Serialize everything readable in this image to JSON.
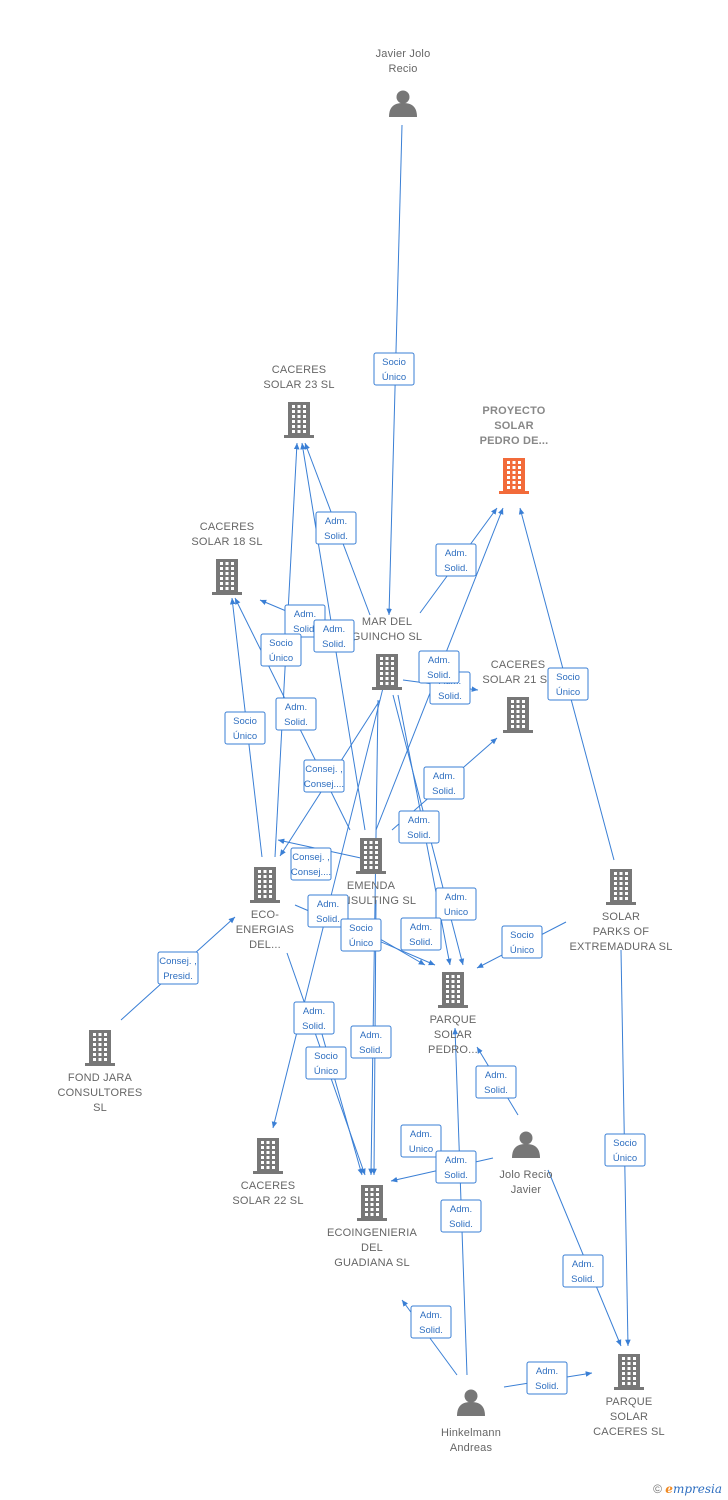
{
  "nodes": [
    {
      "id": "javier-jolo-recio",
      "kind": "person",
      "lines": [
        "Javier Jolo",
        "Recio"
      ]
    },
    {
      "id": "caceres-solar-23",
      "kind": "company",
      "lines": [
        "CACERES",
        "SOLAR 23 SL"
      ]
    },
    {
      "id": "proyecto-solar-pedro",
      "kind": "company",
      "focus": true,
      "lines": [
        "PROYECTO",
        "SOLAR",
        "PEDRO DE..."
      ]
    },
    {
      "id": "caceres-solar-18",
      "kind": "company",
      "lines": [
        "CACERES",
        "SOLAR 18 SL"
      ]
    },
    {
      "id": "mar-del-guincho",
      "kind": "company",
      "lines": [
        "MAR DEL",
        "GUINCHO SL"
      ]
    },
    {
      "id": "caceres-solar-21",
      "kind": "company",
      "lines": [
        "CACERES",
        "SOLAR 21 SL"
      ]
    },
    {
      "id": "emenda-consulting",
      "kind": "company",
      "lines": [
        "EMENDA",
        "CONSULTING SL"
      ]
    },
    {
      "id": "eco-energias",
      "kind": "company",
      "lines": [
        "ECO-",
        "ENERGIAS",
        "DEL..."
      ]
    },
    {
      "id": "solar-parks-extremadura",
      "kind": "company",
      "lines": [
        "SOLAR",
        "PARKS OF",
        "EXTREMADURA SL"
      ]
    },
    {
      "id": "parque-solar-pedro",
      "kind": "company",
      "lines": [
        "PARQUE",
        "SOLAR",
        "PEDRO..."
      ]
    },
    {
      "id": "fond-jara",
      "kind": "company",
      "lines": [
        "FOND JARA",
        "CONSULTORES",
        "SL"
      ]
    },
    {
      "id": "jolo-recio-javier",
      "kind": "person",
      "lines": [
        "Jolo Recio",
        "Javier"
      ]
    },
    {
      "id": "caceres-solar-22",
      "kind": "company",
      "lines": [
        "CACERES",
        "SOLAR 22 SL"
      ]
    },
    {
      "id": "ecoingenieria-guadiana",
      "kind": "company",
      "lines": [
        "ECOINGENIERIA",
        "DEL",
        "GUADIANA  SL"
      ]
    },
    {
      "id": "parque-solar-caceres",
      "kind": "company",
      "lines": [
        "PARQUE",
        "SOLAR",
        "CACERES SL"
      ]
    },
    {
      "id": "hinkelmann-andreas",
      "kind": "person",
      "lines": [
        "Hinkelmann",
        "Andreas"
      ]
    }
  ],
  "edges": [
    {
      "from": "javier-jolo-recio",
      "to": "mar-del-guincho",
      "lines": [
        "Socio",
        "Único"
      ]
    },
    {
      "from": "mar-del-guincho",
      "to": "caceres-solar-23",
      "lines": [
        "Adm.",
        "Solid."
      ]
    },
    {
      "from": "mar-del-guincho",
      "to": "proyecto-solar-pedro",
      "lines": [
        "Adm.",
        "Solid."
      ]
    },
    {
      "from": "mar-del-guincho",
      "to": "caceres-solar-18",
      "lines": [
        "Adm.",
        "Solid."
      ]
    },
    {
      "from": "mar-del-guincho",
      "to": "caceres-solar-21",
      "lines": [
        "Adm.",
        "Solid."
      ]
    },
    {
      "from": "emenda-consulting",
      "to": "caceres-solar-18",
      "lines": [
        "Adm.",
        "Solid."
      ]
    },
    {
      "from": "eco-energias",
      "to": "caceres-solar-18",
      "lines": [
        "Socio",
        "Único"
      ]
    },
    {
      "from": "eco-energias",
      "to": "caceres-solar-23",
      "lines": [
        "Socio",
        "Único"
      ]
    },
    {
      "from": "emenda-consulting",
      "to": "caceres-solar-23",
      "lines": [
        "Adm.",
        "Solid."
      ]
    },
    {
      "from": "emenda-consulting",
      "to": "proyecto-solar-pedro",
      "lines": [
        "Adm.",
        "Solid."
      ]
    },
    {
      "from": "mar-del-guincho",
      "to": "eco-energias",
      "lines": [
        "Consej. ,",
        "Consej...."
      ]
    },
    {
      "from": "emenda-consulting",
      "to": "caceres-solar-21",
      "lines": [
        "Adm.",
        "Solid."
      ]
    },
    {
      "from": "solar-parks-extremadura",
      "to": "proyecto-solar-pedro",
      "lines": [
        "Socio",
        "Único"
      ]
    },
    {
      "from": "mar-del-guincho",
      "to": "parque-solar-pedro",
      "lines": [
        "Adm.",
        "Solid."
      ]
    },
    {
      "from": "emenda-consulting",
      "to": "eco-energias",
      "lines": [
        "Consej. ,",
        "Consej...."
      ]
    },
    {
      "from": "mar-del-guincho",
      "to": "parque-solar-pedro",
      "lines": [
        "Adm.",
        "Unico"
      ]
    },
    {
      "from": "eco-energias",
      "to": "parque-solar-pedro",
      "lines": [
        "Adm.",
        "Solid."
      ]
    },
    {
      "from": "emenda-consulting",
      "to": "parque-solar-pedro",
      "lines": [
        "Socio",
        "Único"
      ]
    },
    {
      "from": "mar-del-guincho",
      "to": "ecoingenieria-guadiana",
      "lines": [
        "Adm.",
        "Solid."
      ]
    },
    {
      "from": "solar-parks-extremadura",
      "to": "parque-solar-pedro",
      "lines": [
        "Socio",
        "Único"
      ]
    },
    {
      "from": "fond-jara",
      "to": "eco-energias",
      "lines": [
        "Consej. ,",
        "Presid."
      ]
    },
    {
      "from": "eco-energias",
      "to": "ecoingenieria-guadiana",
      "lines": [
        "Adm.",
        "Solid."
      ]
    },
    {
      "from": "emenda-consulting",
      "to": "ecoingenieria-guadiana",
      "lines": [
        "Adm.",
        "Solid."
      ]
    },
    {
      "from": "eco-energias",
      "to": "ecoingenieria-guadiana",
      "lines": [
        "Socio",
        "Único"
      ]
    },
    {
      "from": "jolo-recio-javier",
      "to": "parque-solar-pedro",
      "lines": [
        "Adm.",
        "Solid."
      ]
    },
    {
      "from": "mar-del-guincho",
      "to": "caceres-solar-22",
      "lines": [
        "Adm.",
        "Unico"
      ]
    },
    {
      "from": "jolo-recio-javier",
      "to": "ecoingenieria-guadiana",
      "lines": [
        "Adm.",
        "Solid."
      ]
    },
    {
      "from": "hinkelmann-andreas",
      "to": "parque-solar-pedro",
      "lines": [
        "Adm.",
        "Solid."
      ]
    },
    {
      "from": "solar-parks-extremadura",
      "to": "parque-solar-caceres",
      "lines": [
        "Socio",
        "Único"
      ]
    },
    {
      "from": "jolo-recio-javier",
      "to": "parque-solar-caceres",
      "lines": [
        "Adm.",
        "Solid."
      ]
    },
    {
      "from": "hinkelmann-andreas",
      "to": "ecoingenieria-guadiana",
      "lines": [
        "Adm.",
        "Solid."
      ]
    },
    {
      "from": "hinkelmann-andreas",
      "to": "parque-solar-caceres",
      "lines": [
        "Adm.",
        "Solid."
      ]
    }
  ],
  "footer": {
    "copyright": "©",
    "brand_initial": "e",
    "brand_rest": "mpresia"
  },
  "colors": {
    "edge": "#3a7fd5",
    "node": "#777777",
    "focus_node": "#f26b3a"
  }
}
